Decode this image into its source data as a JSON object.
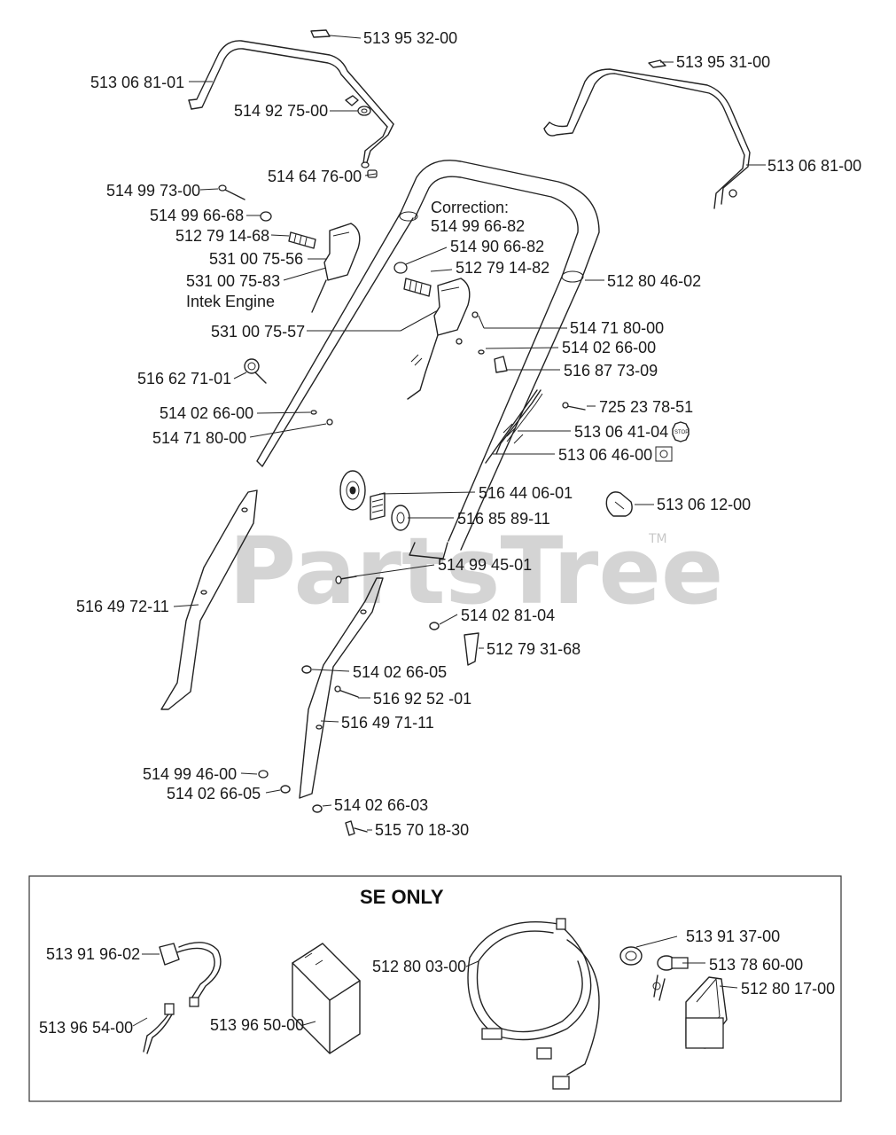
{
  "watermark": {
    "text": "PartsTree",
    "tm": "TM"
  },
  "notes": {
    "correction_title": "Correction:",
    "correction_part": "514 99 66-82",
    "intek": "Intek Engine"
  },
  "se_box": {
    "title": "SE ONLY"
  },
  "parts": [
    "513 95 32-00",
    "513 06 81-01",
    "514 92 75-00",
    "514 64 76-00",
    "513 95 31-00",
    "513 06 81-00",
    "514 99 73-00",
    "514 99 66-68",
    "512 79 14-68",
    "531 00 75-56",
    "531 00 75-83",
    "514 90 66-82",
    "512 79 14-82",
    "512 80 46-02",
    "531 00 75-57",
    "514 71 80-00",
    "514 02 66-00",
    "516 87 73-09",
    "516 62 71-01",
    "514 02 66-00",
    "514 71 80-00",
    "725 23 78-51",
    "513 06 41-04",
    "513 06 46-00",
    "516 44 06-01",
    "516 85 89-11",
    "513 06 12-00",
    "514 99 45-01",
    "516 49 72-11",
    "514 02 81-04",
    "512 79 31-68",
    "514 02 66-05",
    "516 92 52 -01",
    "516 49 71-11",
    "514 99 46-00",
    "514 02 66-05",
    "514 02 66-03",
    "515 70 18-30",
    "513 91 96-02",
    "513 96 54-00",
    "513 96 50-00",
    "512 80 03-00",
    "513 91 37-00",
    "513 78 60-00",
    "512 80 17-00"
  ],
  "symbols": {
    "stop": "STOP"
  }
}
